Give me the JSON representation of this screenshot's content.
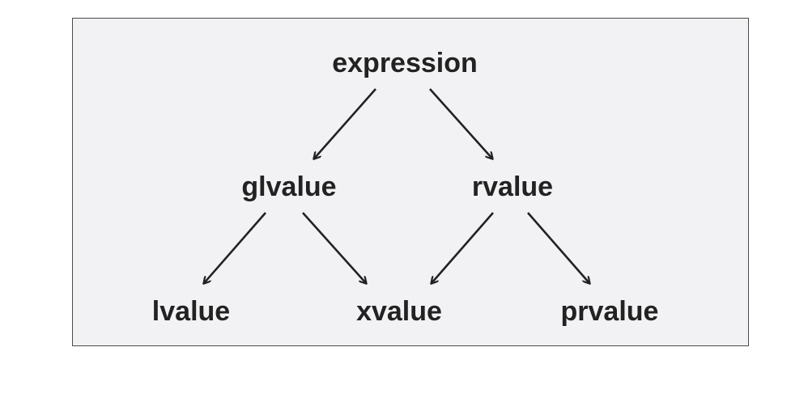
{
  "diagram": {
    "nodes": {
      "expression": "expression",
      "glvalue": "glvalue",
      "rvalue": "rvalue",
      "lvalue": "lvalue",
      "xvalue": "xvalue",
      "prvalue": "prvalue"
    },
    "edges": [
      {
        "from": "expression",
        "to": "glvalue"
      },
      {
        "from": "expression",
        "to": "rvalue"
      },
      {
        "from": "glvalue",
        "to": "lvalue"
      },
      {
        "from": "glvalue",
        "to": "xvalue"
      },
      {
        "from": "rvalue",
        "to": "xvalue"
      },
      {
        "from": "rvalue",
        "to": "prvalue"
      }
    ],
    "colors": {
      "background": "#f2f2f4",
      "border": "#4a4a4a",
      "text": "#222222",
      "arrow": "#222222"
    }
  }
}
